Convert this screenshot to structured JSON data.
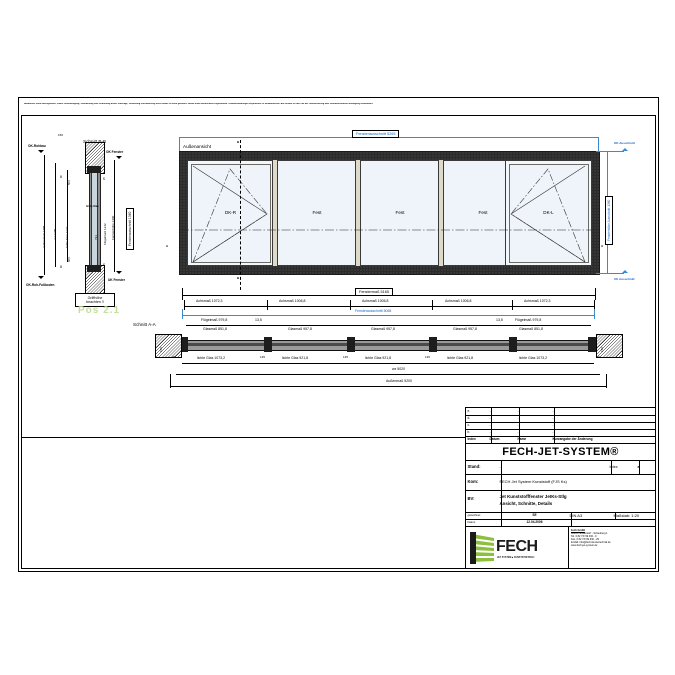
{
  "document": {
    "disclaimer": "Nachdruck, auch auszugsweise, sowie Vervielfältigung, Verarbeitung und Verbreitung dieser Unterlage, Verwertung und Mitteilung ihres Inhalts ist nicht gestattet, soweit nicht ausdrücklich zugestanden. Zuwiderhandlungen verpflichten zu Schadenersatz. Alle Rechte für den Fall der Patenterteilung oder Gebrauchsmuster-Eintragung vorbehalten.",
    "watermark": "Pos 2.1"
  },
  "elevation": {
    "view_label": "Außenansicht",
    "section_marks": {
      "top": "B",
      "bottom": "B",
      "left": "A",
      "right": "A"
    },
    "panels": [
      {
        "label": "DK-R",
        "type": "sash-right"
      },
      {
        "label": "Fest",
        "type": "fixed"
      },
      {
        "label": "Fest",
        "type": "fixed"
      },
      {
        "label": "Fest",
        "type": "fixed"
      },
      {
        "label": "DK-L",
        "type": "sash-left"
      }
    ],
    "dim_top": "Fensterausschnitt 5265",
    "dim_second": "Fenstermaß 5165",
    "dim_blue_inner": "Fensterausschnitt 5065",
    "dim_right_vertical": "Fensterhöhe Ausschnitt 1360",
    "level_top_right": "OK Ausschnitt",
    "level_bottom_right": "UK Ausschnitt"
  },
  "dimension_rows": {
    "achsmass": [
      "Achsmaß 1072,3",
      "Achsmaß 1006,8",
      "Achsmaß 1006,8",
      "Achsmaß 1006,8",
      "Achsmaß 1072,3"
    ],
    "fluegelmass": [
      "Flügelmaß 979,8",
      "Flügelmaß 979,8"
    ],
    "glasmass": [
      "Glasmaß 851,8",
      "Glasmaß 957,8",
      "Glasmaß 957,8",
      "Glasmaß 957,8",
      "Glasmaß 851,8"
    ],
    "lichte_glas": [
      "lichte Glas 1073,2",
      "lichte Glas 921,8",
      "lichte Glas 921,8",
      "lichte Glas 921,8",
      "lichte Glas 1073,2"
    ],
    "small_gaps": [
      "13,5",
      "135",
      "135",
      "135",
      "13,5"
    ],
    "edge_small": [
      "30",
      "30"
    ],
    "wz": "wz 5020",
    "aussenmass": "Außenmaß 5200"
  },
  "section_bb": {
    "title": "Schnitt B-B",
    "top_dim": "150",
    "levels": {
      "top_left": "OK-Rohbau",
      "bottom_left": "OK-Roh-Fußboden",
      "top_right": "OK Fenster",
      "bottom_right": "UK Fenster"
    },
    "vertical_dims": [
      "Außenmaß 1485",
      "wz 1305",
      "lichte Glas 1132",
      "Fensterausschnitt 1360",
      "Fensterhöhe 1400",
      "Flügelmaß 1242",
      "721"
    ],
    "small_dims": [
      "80",
      "58,5",
      "58,5",
      "80",
      "25",
      "25"
    ],
    "glass_note": "lichte Glas"
  },
  "section_aa": {
    "title": "Schnitt A-A",
    "left_dim": "150",
    "right_dim": "150"
  },
  "note_box": {
    "line1": "Griffhöhe",
    "line2": "beachten !!"
  },
  "title_block": {
    "revision_header": [
      "Index",
      "Datum",
      "Name",
      "Kurzangabe der Änderung"
    ],
    "revision_rows": [
      [
        "e.",
        "-",
        "-",
        "-"
      ],
      [
        "d.",
        "-",
        "-",
        "-"
      ],
      [
        "c.",
        "-",
        "-",
        "-"
      ],
      [
        "b.",
        "-",
        "-",
        "-"
      ]
    ],
    "brand": "FECH-JET-SYSTEM®",
    "stand_label": "Stand:",
    "stand_value": "-",
    "index_label": "Index:",
    "index_value": "a",
    "kom_label": "Kom:",
    "kom_value": "FECH Jet System Kunststoff (FJS Ks)",
    "bv_label": "BV:",
    "bv_line1": "Jet Kunststofffenster JetKs-Stlg",
    "bv_line2": "Ansicht, Schnitte, Details",
    "gezeichnet_label": "gezeichnet:",
    "gezeichnet_value": "SE",
    "datum_label": "Datum:",
    "datum_value": "12.04.2006",
    "format": "DIN A3",
    "scale_label": "Maßstab:",
    "scale_value": "1:20",
    "company": {
      "name": "Fech GmbH",
      "address": "86695 Nordendorf - Schauberg 1",
      "tel": "Tel. 0 82 73/ 99 430 - 0",
      "fax": "Fax. 0 82 73/ 99 630 - 29",
      "email": "E-Mail: info@fech-fenstertechnik.de",
      "web": "www.fech-jet-system.de"
    },
    "logo_text": "FECH",
    "logo_sub": "JET SYSTEM  ■  KUNSTSTOFFBAU"
  }
}
